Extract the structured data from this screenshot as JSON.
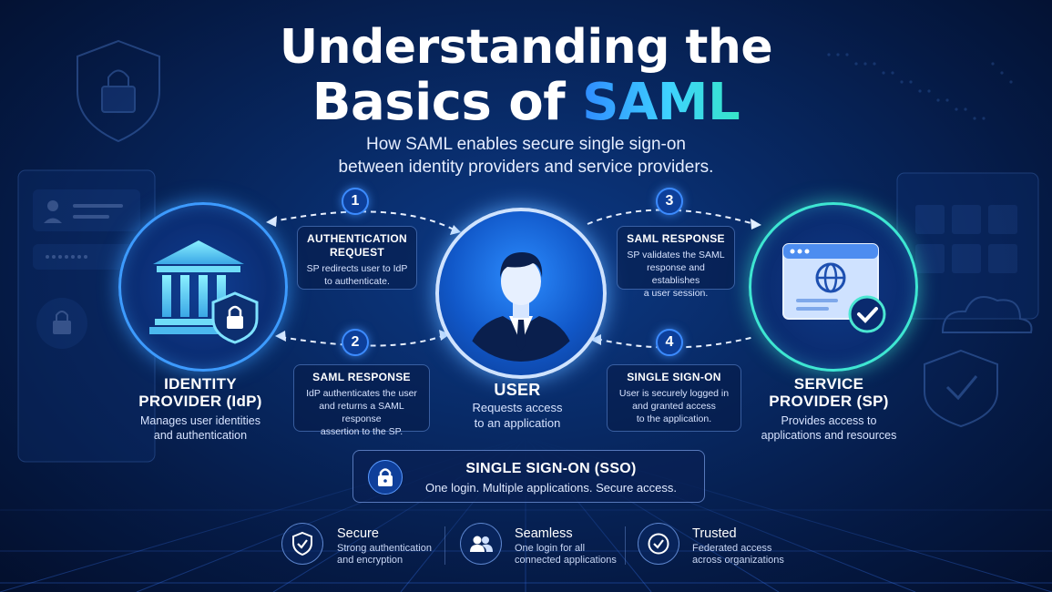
{
  "title": {
    "line1": "Understanding the",
    "line2_prefix": "Basics of ",
    "line2_accent": "SAML"
  },
  "subtitle": {
    "line1": "How SAML enables secure single sign-on",
    "line2": "between identity providers and service providers."
  },
  "nodes": {
    "idp": {
      "title_line1": "IDENTITY",
      "title_line2": "PROVIDER (IdP)",
      "desc_line1": "Manages user identities",
      "desc_line2": "and authentication",
      "icon": "bank-building-shield-icon"
    },
    "user": {
      "title": "USER",
      "desc_line1": "Requests access",
      "desc_line2": "to an application",
      "icon": "person-icon"
    },
    "sp": {
      "title_line1": "SERVICE",
      "title_line2": "PROVIDER (SP)",
      "desc_line1": "Provides access to",
      "desc_line2": "applications and resources",
      "icon": "browser-globe-check-icon"
    }
  },
  "steps": [
    {
      "number": "1",
      "title_line1": "AUTHENTICATION",
      "title_line2": "REQUEST",
      "desc_line1": "SP redirects user to IdP",
      "desc_line2": "to authenticate."
    },
    {
      "number": "2",
      "title_line1": "SAML RESPONSE",
      "desc_line1": "IdP authenticates the user",
      "desc_line2": "and returns a SAML response",
      "desc_line3": "assertion to the SP."
    },
    {
      "number": "3",
      "title_line1": "SAML RESPONSE",
      "desc_line1": "SP validates the SAML",
      "desc_line2": "response and establishes",
      "desc_line3": "a user session."
    },
    {
      "number": "4",
      "title_line1": "SINGLE SIGN-ON",
      "desc_line1": "User is securely logged in",
      "desc_line2": "and granted access",
      "desc_line3": "to the application."
    }
  ],
  "sso": {
    "title": "SINGLE SIGN-ON (SSO)",
    "desc": "One login. Multiple applications. Secure access.",
    "icon": "lock-icon"
  },
  "features": [
    {
      "title": "Secure",
      "desc_line1": "Strong authentication",
      "desc_line2": "and encryption",
      "icon": "shield-check-icon"
    },
    {
      "title": "Seamless",
      "desc_line1": "One login for all",
      "desc_line2": "connected applications",
      "icon": "users-icon"
    },
    {
      "title": "Trusted",
      "desc_line1": "Federated access",
      "desc_line2": "across organizations",
      "icon": "check-circle-icon"
    }
  ],
  "colors": {
    "accent_blue": "#2f8bff",
    "accent_cyan": "#36e6c8",
    "background": "#082a66"
  }
}
